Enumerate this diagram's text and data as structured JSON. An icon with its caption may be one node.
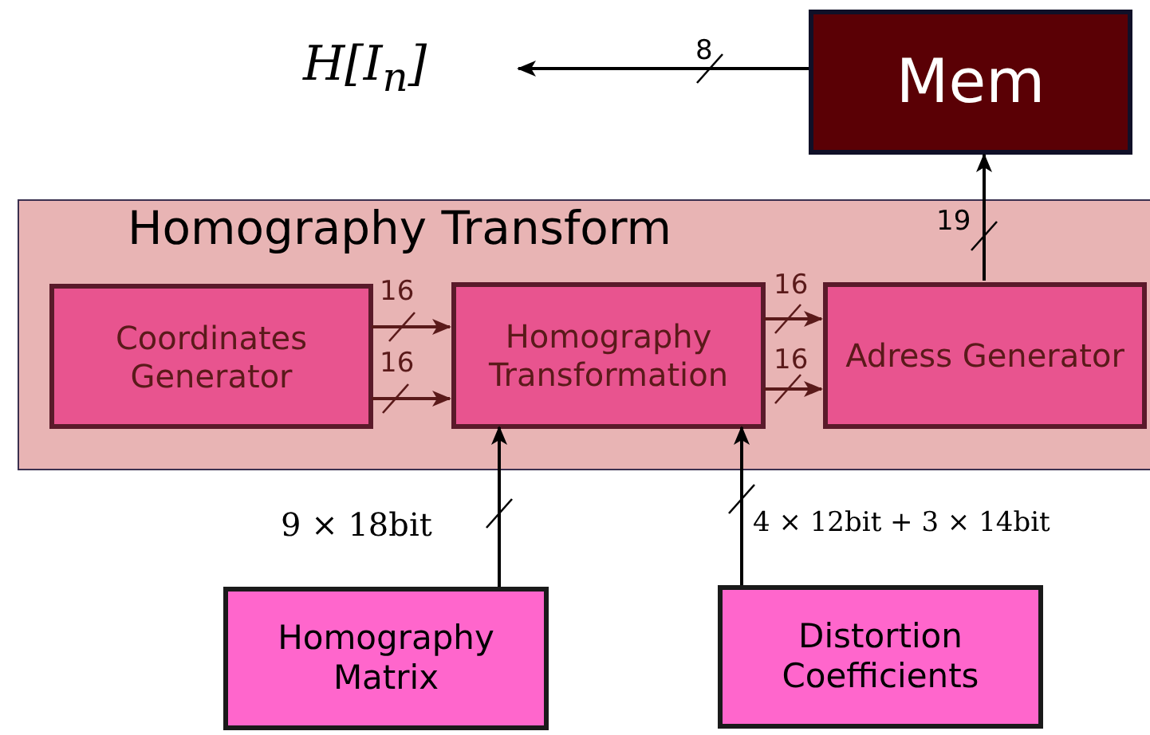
{
  "diagram": {
    "nodes": [
      {
        "text": [
          "H[I$_{n}$]"
        ]
      },
      {
        "text": [
          "Mem"
        ]
      },
      {
        "text": [
          "Homography Transform"
        ]
      },
      {
        "text": [
          "Coordinates Generator"
        ],
        "in": 2
      },
      {
        "text": [
          "Homography Transformation"
        ],
        "in": 2
      },
      {
        "text": [
          "Adress Generator"
        ],
        "in": 2
      },
      {
        "text": [
          "Homography Matrix"
        ]
      },
      {
        "text": [
          "Distortion Coefficients"
        ]
      }
    ],
    "edges": [
      {
        "from": 1,
        "to": 0,
        "arrow": "to",
        "label": "8"
      },
      {
        "from": 5,
        "to": 1,
        "arrow": "to",
        "label": "19"
      },
      {
        "from": 3,
        "to": 4,
        "arrow": "to",
        "label": "16",
        "color": "#5a1a1a"
      },
      {
        "from": 3,
        "to": 4,
        "arrow": "to",
        "label": "16",
        "color": "#5a1a1a"
      },
      {
        "from": 4,
        "to": 5,
        "arrow": "to",
        "label": "16",
        "color": "#5a1a1a"
      },
      {
        "from": 4,
        "to": 5,
        "arrow": "to",
        "label": "16",
        "color": "#5a1a1a"
      },
      {
        "from": 6,
        "to": 4,
        "arrow": "to",
        "label": "9 × 18bit"
      },
      {
        "from": 7,
        "to": 4,
        "arrow": "to",
        "label": "4 × 12bit + 3 × 14bit"
      }
    ]
  }
}
